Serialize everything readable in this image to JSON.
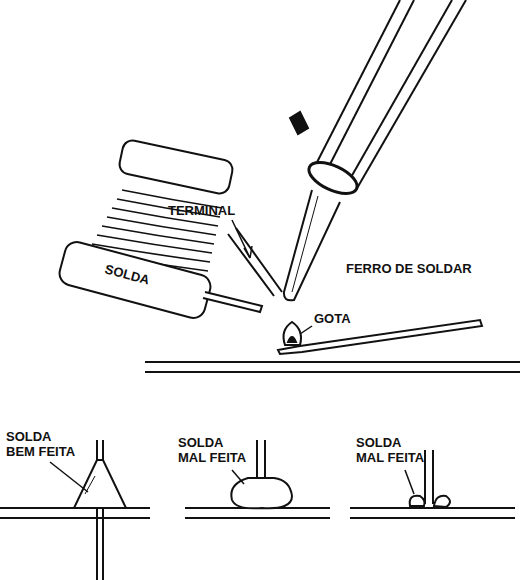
{
  "diagram": {
    "labels": [
      "SOLDA",
      "TERMINAL",
      "FERRO DE SOLDAR",
      "GOTA",
      "SOLDA BEM FEITA",
      "SOLDA MAL FEITA",
      "SOLDA MAL FEITA"
    ]
  }
}
